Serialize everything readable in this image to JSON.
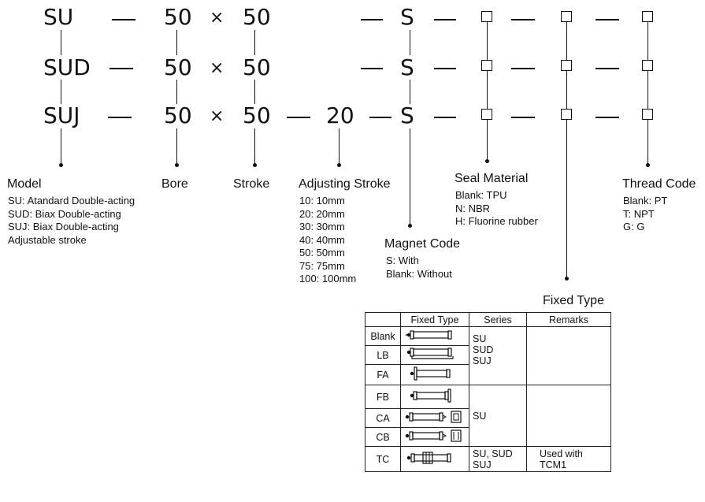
{
  "rows": [
    {
      "model": "SU",
      "bore": "50",
      "times": "×",
      "stroke": "50",
      "adj": "",
      "magnet": "S"
    },
    {
      "model": "SUD",
      "bore": "50",
      "times": "×",
      "stroke": "50",
      "adj": "",
      "magnet": "S"
    },
    {
      "model": "SUJ",
      "bore": "50",
      "times": "×",
      "stroke": "50",
      "adj": "20",
      "magnet": "S"
    }
  ],
  "model": {
    "title": "Model",
    "items": [
      "SU: Atandard Double-acting",
      "SUD: Biax Double-acting",
      "SUJ: Biax Double-acting",
      "Adjustable stroke"
    ]
  },
  "bore": {
    "title": "Bore"
  },
  "stroke": {
    "title": "Stroke"
  },
  "adjusting_stroke": {
    "title": "Adjusting Stroke",
    "items": [
      "10: 10mm",
      "20: 20mm",
      "30: 30mm",
      "40: 40mm",
      "50: 50mm",
      "75: 75mm",
      "100: 100mm"
    ]
  },
  "seal_material": {
    "title": "Seal Material",
    "items": [
      "Blank: TPU",
      "N: NBR",
      "H: Fluorine rubber"
    ]
  },
  "magnet_code": {
    "title": "Magnet Code",
    "items": [
      "S: With",
      "Blank: Without"
    ]
  },
  "thread_code": {
    "title": "Thread Code",
    "items": [
      "Blank: PT",
      "T: NPT",
      "G: G"
    ]
  },
  "fixed_type": {
    "title": "Fixed Type",
    "headers": [
      "",
      "Fixed Type",
      "Series",
      "Remarks"
    ],
    "rows": [
      {
        "key": "Blank"
      },
      {
        "key": "LB"
      },
      {
        "key": "FA"
      },
      {
        "key": "FB"
      },
      {
        "key": "CA"
      },
      {
        "key": "CB"
      },
      {
        "key": "TC"
      }
    ],
    "series_group1": [
      "SU",
      "SUD",
      "SUJ"
    ],
    "series_group2": [
      "SU"
    ],
    "series_tc": [
      "SU, SUD",
      "SUJ"
    ],
    "remarks_tc": [
      "Used with",
      "TCM1"
    ]
  }
}
